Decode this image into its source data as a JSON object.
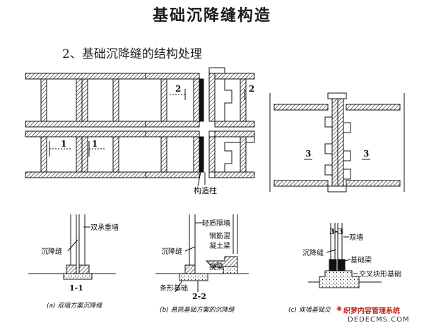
{
  "title": "基础沉降缝构造",
  "subtitle": "2、基础沉降缝的结构处理",
  "plan_labels": {
    "section_1": "1",
    "section_2": "2",
    "section_3": "3",
    "structural_column": "构造柱"
  },
  "detail_a": {
    "section": "1-1",
    "wall": "双承重墙",
    "joint": "沉降缝",
    "caption": "(a) 双墙方案沉降缝"
  },
  "detail_b": {
    "section": "2-2",
    "light_wall": "轻质隔墙",
    "rc_beam_line1": "钢筋混",
    "rc_beam_line2": "凝土梁",
    "joint": "沉降缝",
    "cantilever": "挑梁",
    "strip_footing": "条形基础",
    "caption": "(b) 悬挑基础方案的沉降缝"
  },
  "detail_c": {
    "section": "3-3",
    "double_wall": "双墙",
    "joint": "沉降缝",
    "foundation_beam": "基础梁",
    "cross_footing": "交叉块形基础",
    "caption": "(c) 双墙基础交"
  },
  "watermark": {
    "line1": "织梦内容管理系统",
    "line2": "DEDECMS.COM"
  }
}
